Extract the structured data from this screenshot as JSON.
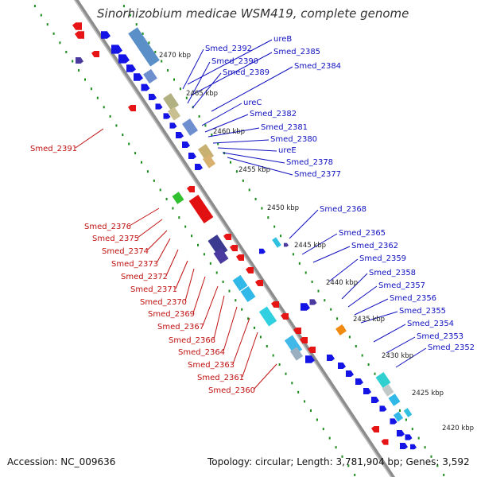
{
  "title": "Sinorhizobium medicae WSM419, complete genome",
  "footer": {
    "accession": "Accession: NC_009636",
    "topology": "Topology: circular; Length: 3,781,904 bp; Genes: 3,592"
  },
  "colors": {
    "backbone": "#8c8c8c",
    "forward_strand": "#1414e6",
    "reverse_strand": "#e61414",
    "dots": "#1a8a1a",
    "label_blue": "#1010c0",
    "label_red": "#c01010"
  },
  "kbp_ticks": [
    "2470 kbp",
    "2465 kbp",
    "2460 kbp",
    "2455 kbp",
    "2450 kbp",
    "2445 kbp",
    "2440 kbp",
    "2435 kbp",
    "2430 kbp",
    "2425 kbp",
    "2420 kbp"
  ],
  "right_labels": [
    "ureB",
    "Smed_2392",
    "Smed_2385",
    "Smed_2390",
    "Smed_2389",
    "Smed_2384",
    "ureC",
    "Smed_2382",
    "Smed_2381",
    "Smed_2380",
    "ureE",
    "Smed_2378",
    "Smed_2377",
    "Smed_2368",
    "Smed_2365",
    "Smed_2362",
    "Smed_2359",
    "Smed_2358",
    "Smed_2357",
    "Smed_2356",
    "Smed_2355",
    "Smed_2354",
    "Smed_2353",
    "Smed_2352"
  ],
  "left_labels": [
    "Smed_2391",
    "Smed_2376",
    "Smed_2375",
    "Smed_2374",
    "Smed_2373",
    "Smed_2372",
    "Smed_2371",
    "Smed_2370",
    "Smed_2369",
    "Smed_2367",
    "Smed_2366",
    "Smed_2364",
    "Smed_2363",
    "Smed_2361",
    "Smed_2360"
  ]
}
